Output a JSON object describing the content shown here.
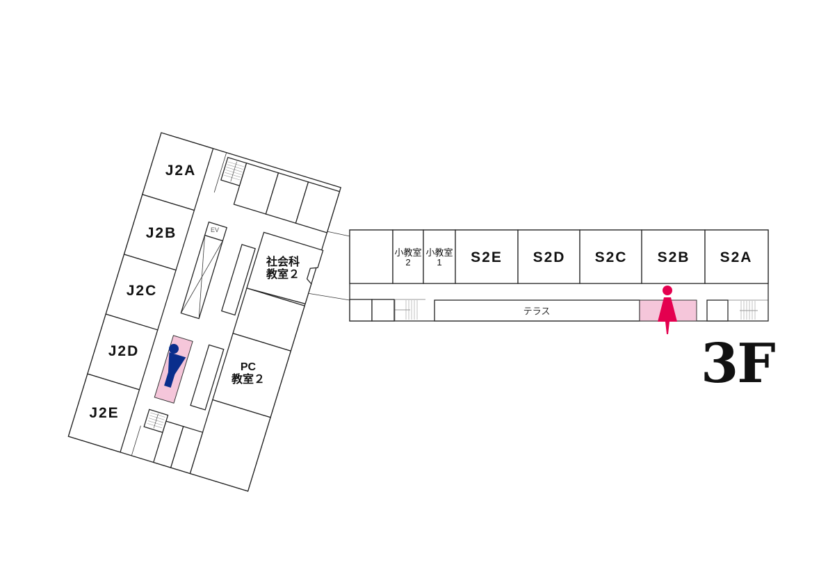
{
  "floor_label": "3F",
  "left_wing": {
    "rooms": [
      "J2A",
      "J2B",
      "J2C",
      "J2D",
      "J2E"
    ],
    "social_room": {
      "line1": "社会科",
      "line2": "教室２"
    },
    "pc_room": {
      "line1": "PC",
      "line2": "教室２"
    },
    "elevator": "EV"
  },
  "right_wing": {
    "small_room_2": {
      "line1": "小教室",
      "line2": "2"
    },
    "small_room_1": {
      "line1": "小教室",
      "line2": "1"
    },
    "rooms": [
      "S2E",
      "S2D",
      "S2C",
      "S2B",
      "S2A"
    ],
    "terrace": "テラス"
  },
  "colors": {
    "restroom_fill": "#f5c6da",
    "male_icon": "#0a2e8c",
    "female_icon": "#e4004f"
  }
}
